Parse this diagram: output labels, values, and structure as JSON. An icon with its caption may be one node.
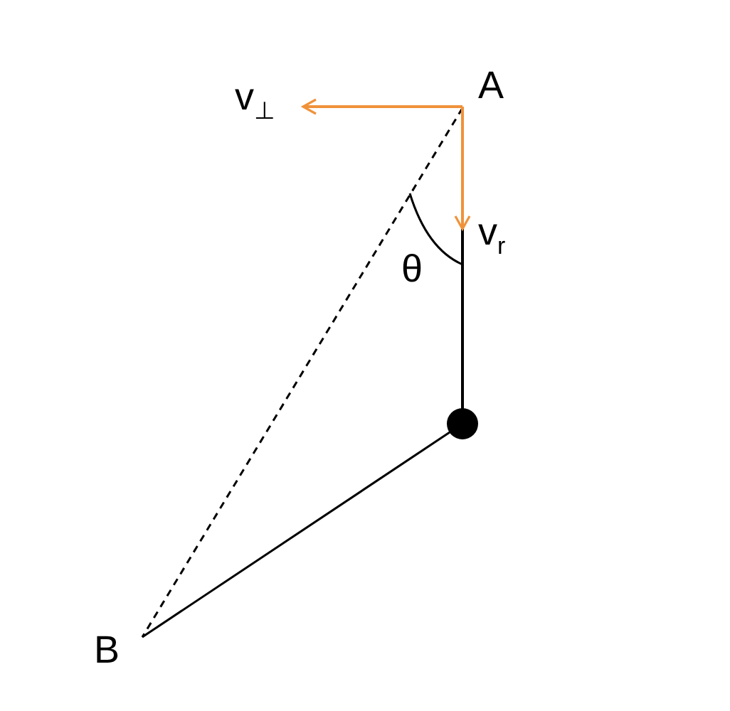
{
  "diagram": {
    "labels": [
      "v$_{⊥}$",
      "A",
      "v$_{r}$",
      "θ",
      "B"
    ]
  }
}
